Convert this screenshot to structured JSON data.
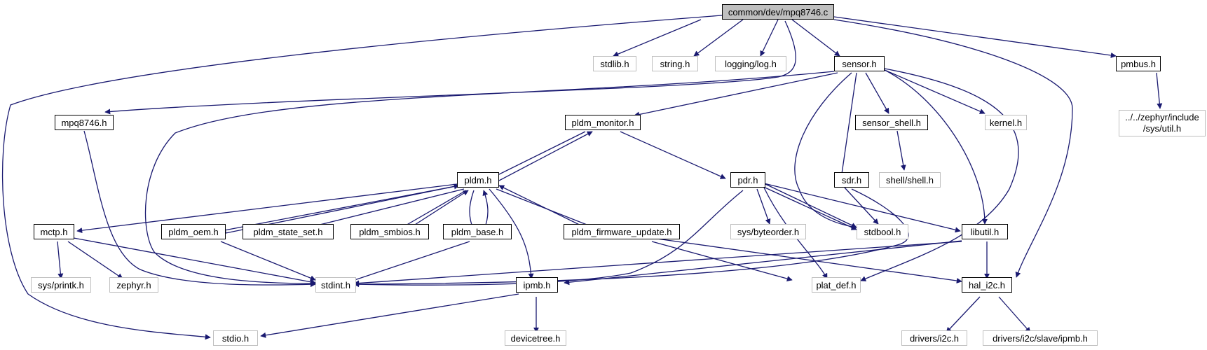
{
  "graph": {
    "edge_color": "#191970",
    "nodes": {
      "root": "common/dev/mpq8746.c",
      "stdlib": "stdlib.h",
      "string": "string.h",
      "logging": "logging/log.h",
      "sensor": "sensor.h",
      "pmbus": "pmbus.h",
      "mpq8746": "mpq8746.h",
      "pldm_monitor": "pldm_monitor.h",
      "sensor_shell": "sensor_shell.h",
      "kernel": "kernel.h",
      "zephyr_util_1": "../../zephyr/include",
      "zephyr_util_2": "/sys/util.h",
      "pldm": "pldm.h",
      "pdr": "pdr.h",
      "sdr": "sdr.h",
      "shell": "shell/shell.h",
      "mctp": "mctp.h",
      "pldm_oem": "pldm_oem.h",
      "pldm_state_set": "pldm_state_set.h",
      "pldm_smbios": "pldm_smbios.h",
      "pldm_base": "pldm_base.h",
      "pldm_fw": "pldm_firmware_update.h",
      "byteorder": "sys/byteorder.h",
      "stdbool": "stdbool.h",
      "libutil": "libutil.h",
      "printk": "sys/printk.h",
      "zephyr": "zephyr.h",
      "stdint": "stdint.h",
      "ipmb": "ipmb.h",
      "plat_def": "plat_def.h",
      "hal_i2c": "hal_i2c.h",
      "stdio": "stdio.h",
      "devicetree": "devicetree.h",
      "drivers_i2c": "drivers/i2c.h",
      "drivers_slave": "drivers/i2c/slave/ipmb.h"
    }
  }
}
